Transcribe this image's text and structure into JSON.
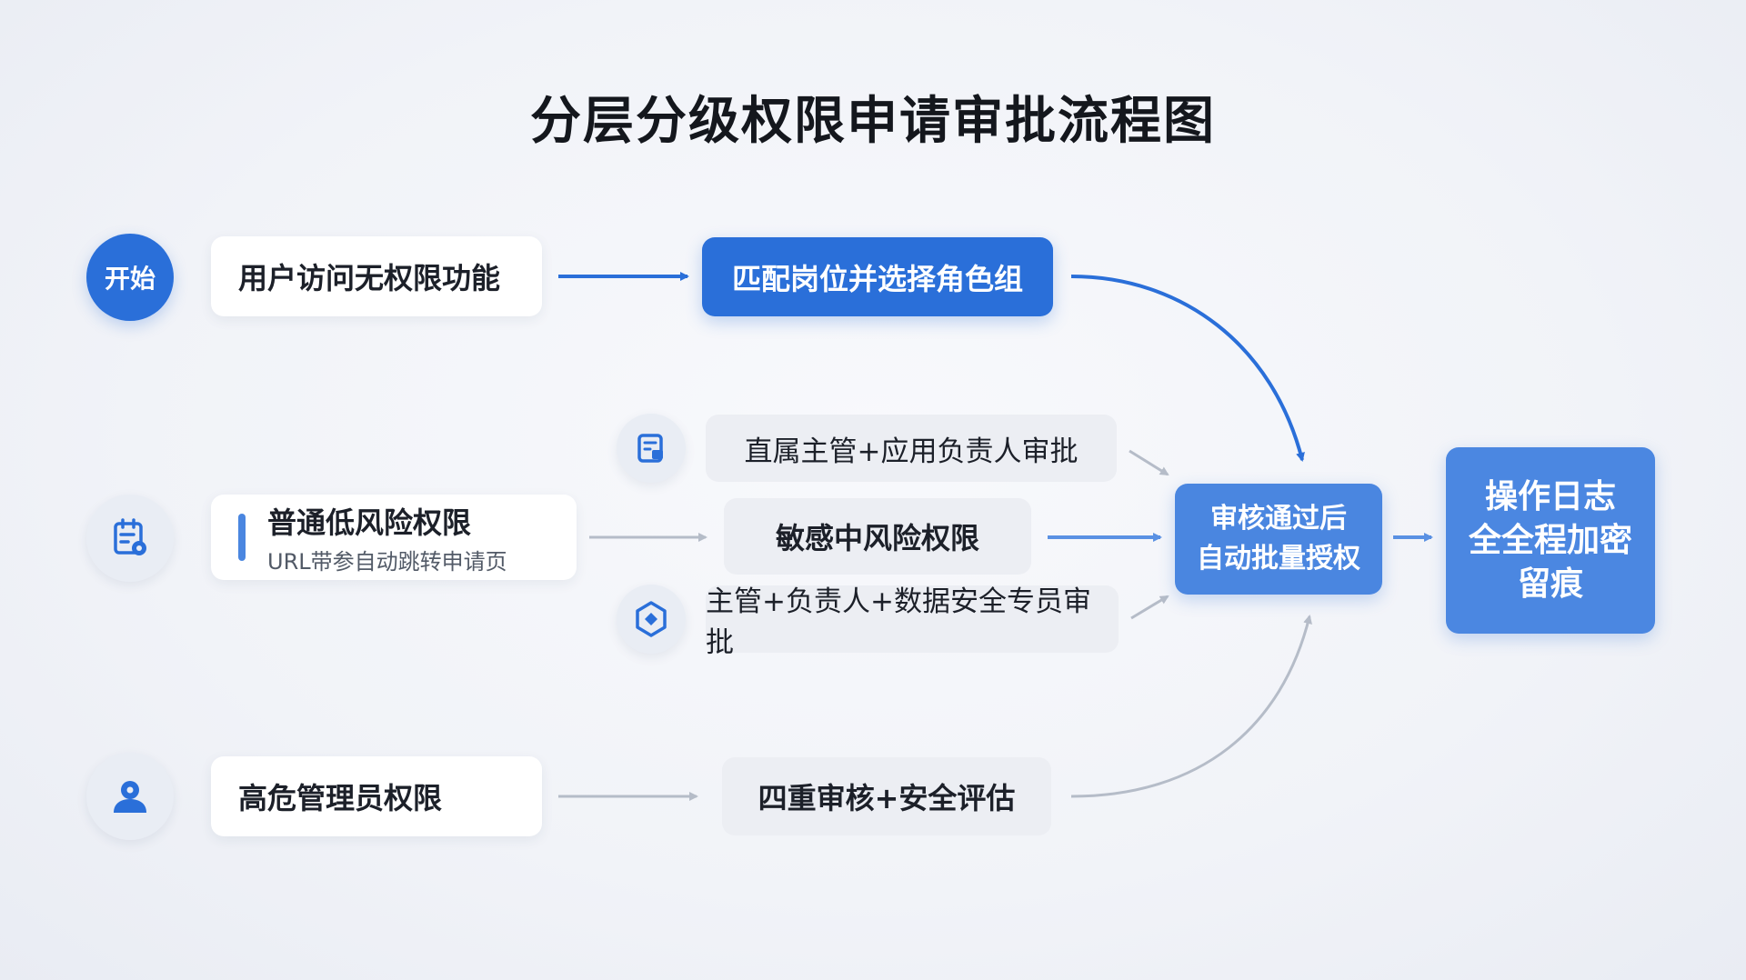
{
  "title": "分层分级权限申请审批流程图",
  "colors": {
    "primary_blue": "#2a6fd9",
    "mid_blue": "#4a86e0",
    "grey_arrow": "#b5bcc8"
  },
  "start": {
    "label": "开始"
  },
  "row1": {
    "access": "用户访问无权限功能",
    "match": "匹配岗位并选择角色组"
  },
  "row2": {
    "icon": "calendar-icon",
    "low_risk_title": "普通低风险权限",
    "low_risk_sub": "URL带参自动跳转申请页",
    "approval_a_icon": "document-icon",
    "approval_a": "直属主管+应用负责人审批",
    "medium_risk": "敏感中风险权限",
    "approval_b_icon": "shield-icon",
    "approval_b": "主管+负责人+数据安全专员审批",
    "auto_grant_line1": "审核通过后",
    "auto_grant_line2": "自动批量授权",
    "log_line1": "操作日志",
    "log_line2": "全全程加密",
    "log_line3": "留痕"
  },
  "row3": {
    "icon": "user-icon",
    "high_risk": "高危管理员权限",
    "review": "四重审核+安全评估"
  }
}
